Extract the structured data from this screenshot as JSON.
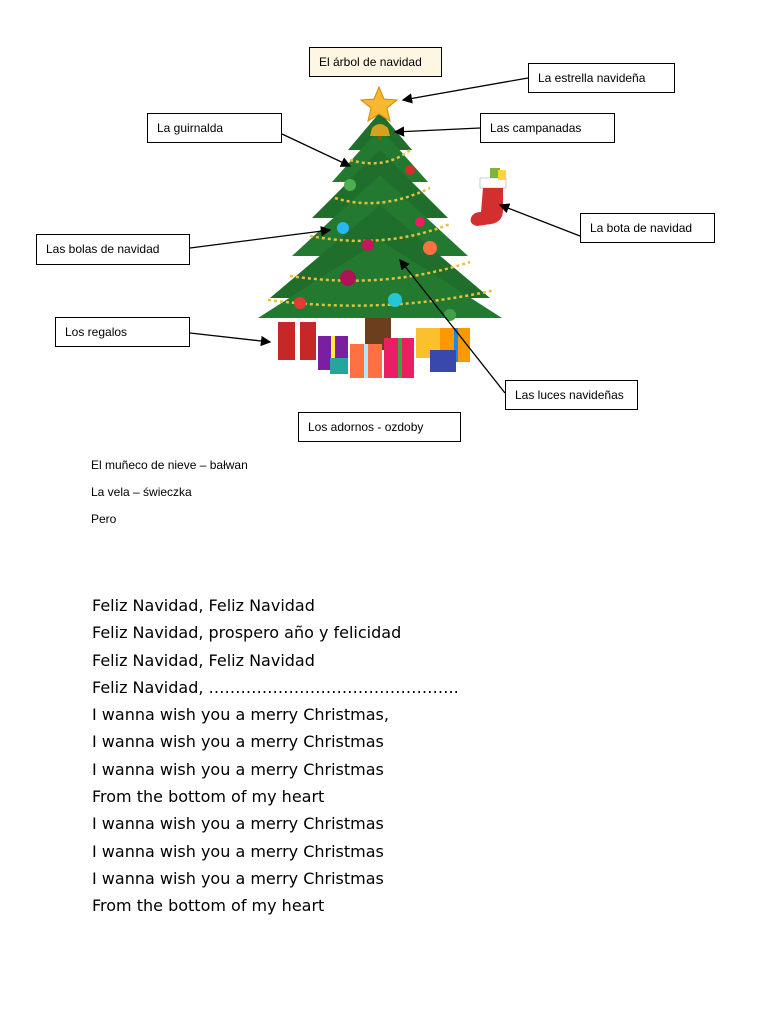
{
  "labels": {
    "title": "El árbol de navidad",
    "star": "La estrella navideña",
    "garland": "La guirnalda",
    "bells": "Las campanadas",
    "stocking": "La bota de navidad",
    "balls": "Las bolas de navidad",
    "gifts": "Los regalos",
    "lights": "Las luces navideñas",
    "ornaments": "Los adornos - ozdoby"
  },
  "vocab": [
    "El muñeco de nieve – bałwan",
    "La vela – świeczka",
    "Pero"
  ],
  "song": [
    "Feliz Navidad, Feliz Navidad",
    "Feliz Navidad, prospero año y felicidad",
    "Feliz Navidad, Feliz Navidad",
    "Feliz Navidad, ………………………………………..",
    "I wanna wish you a merry Christmas,",
    "I wanna wish you a merry Christmas",
    "I wanna wish you a merry Christmas",
    "From the bottom of my heart",
    "I wanna wish you a merry Christmas",
    "I wanna wish you a merry Christmas",
    "I wanna wish you a merry Christmas",
    "From the bottom of my heart"
  ]
}
